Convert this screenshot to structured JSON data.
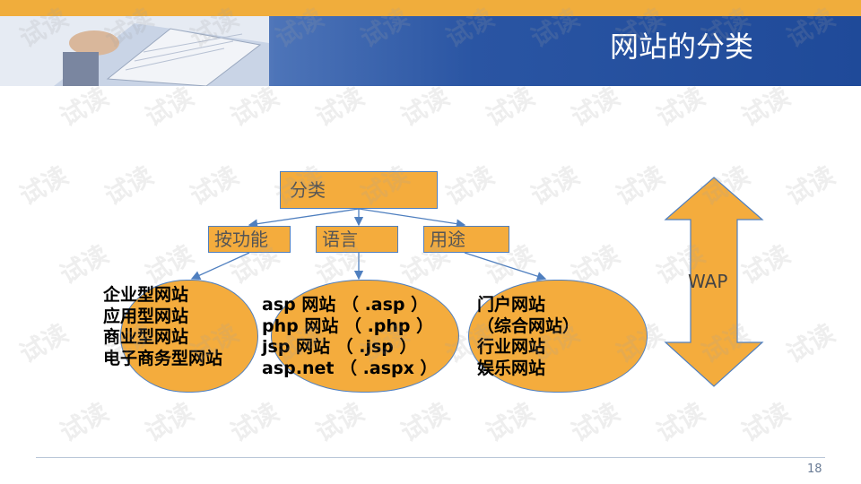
{
  "slide": {
    "title": "网站的分类",
    "page_number": "18",
    "watermark": "试读"
  },
  "diagram": {
    "root": "分类",
    "categories": [
      "按功能",
      "语言",
      "用途"
    ],
    "groups": [
      {
        "items": [
          "企业型网站",
          "应用型网站",
          "商业型网站",
          "电子商务型网站"
        ]
      },
      {
        "items": [
          "asp 网站 （ .asp ）",
          "php 网站 （ .php ）",
          "jsp 网站 （ .jsp ）",
          "asp.net （ .aspx ）"
        ]
      },
      {
        "items": [
          "门户网站",
          "（综合网站）",
          "行业网站",
          "娱乐网站"
        ]
      }
    ],
    "side_label": "WAP"
  },
  "colors": {
    "accent_orange": "#f4ac3d",
    "banner_blue": "#2a55a3",
    "border_blue": "#4f7fbf"
  }
}
